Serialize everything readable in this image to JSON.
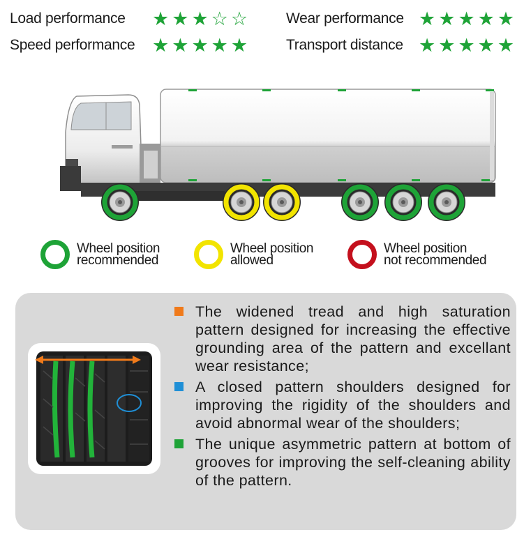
{
  "ratings": [
    {
      "label": "Load performance",
      "filled": 3,
      "total": 5
    },
    {
      "label": "Speed performance",
      "filled": 5,
      "total": 5
    },
    {
      "label": "Wear performance",
      "filled": 5,
      "total": 5
    },
    {
      "label": "Transport distance",
      "filled": 5,
      "total": 5
    }
  ],
  "colors": {
    "star": "#1ea337",
    "recommended": "#1ea337",
    "allowed": "#f2e400",
    "not_recommended": "#c4101d",
    "panel": "#d9d9d9",
    "bullet_orange": "#f07a1a",
    "bullet_blue": "#1f8fd6",
    "bullet_green": "#1ea337"
  },
  "legend": [
    {
      "line1": "Wheel position",
      "line2": "recommended",
      "color": "#1ea337"
    },
    {
      "line1": "Wheel position",
      "line2": "allowed",
      "color": "#f2e400"
    },
    {
      "line1": "Wheel position",
      "line2": "not recommended",
      "color": "#c4101d"
    }
  ],
  "truck": {
    "wheel_positions": [
      "recommended",
      "allowed",
      "allowed",
      "recommended",
      "recommended",
      "recommended"
    ]
  },
  "features": [
    {
      "color": "#f07a1a",
      "icon": "orange-square-icon",
      "text": "The widened tread and high saturation pattern designed for increasing the effective grounding area of the pattern and excellant wear resistance;"
    },
    {
      "color": "#1f8fd6",
      "icon": "blue-square-icon",
      "text": "A closed pattern shoulders designed for improving the rigidity of the shoulders and avoid abnormal wear of the shoulders;"
    },
    {
      "color": "#1ea337",
      "icon": "green-square-icon",
      "text": "The unique asymmetric pattern at bottom of grooves for improving the self-cleaning ability of the pattern."
    }
  ]
}
